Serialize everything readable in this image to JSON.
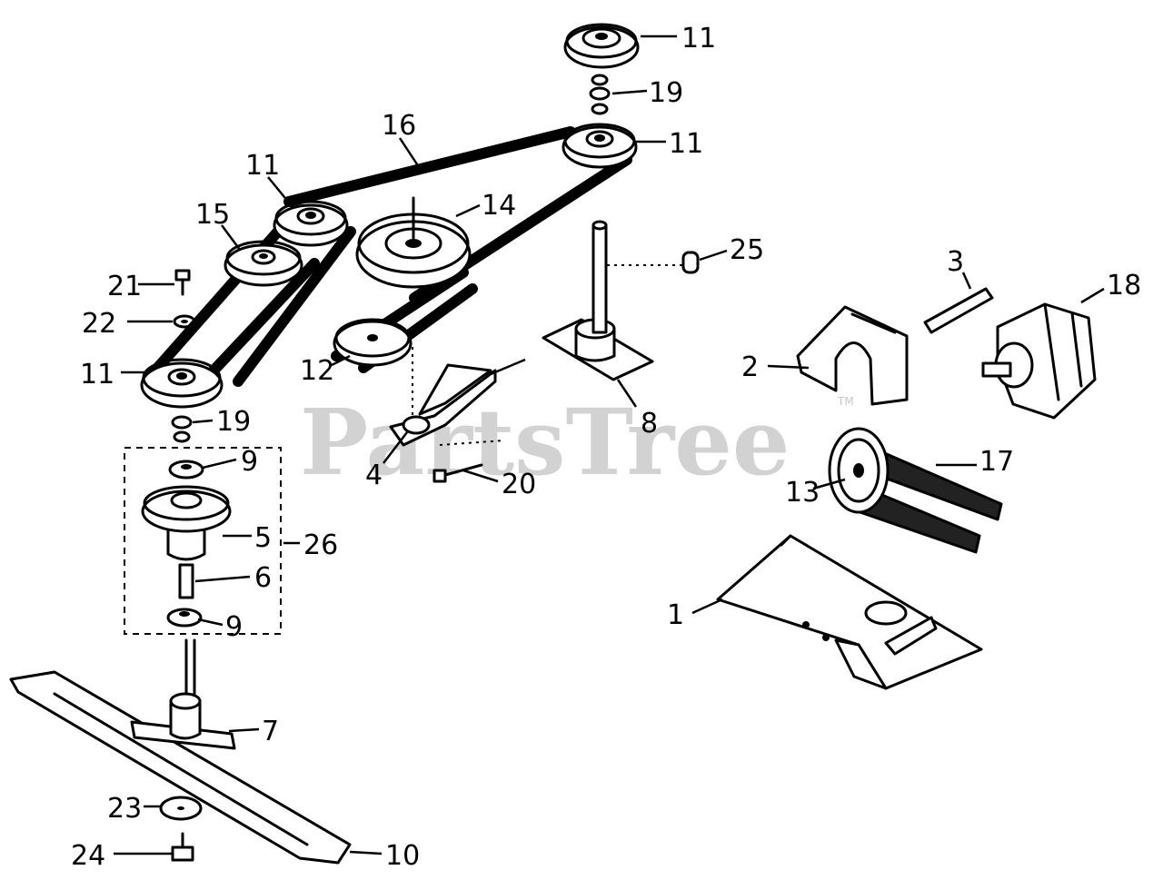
{
  "watermark": {
    "text": "PartsTree",
    "trademark": "TM"
  },
  "callouts": {
    "c1": "1",
    "c2": "2",
    "c3": "3",
    "c4": "4",
    "c5": "5",
    "c6": "6",
    "c7": "7",
    "c8": "8",
    "c9a": "9",
    "c9b": "9",
    "c10": "10",
    "c11a": "11",
    "c11b": "11",
    "c11c": "11",
    "c11d": "11",
    "c12": "12",
    "c13": "13",
    "c14": "14",
    "c15": "15",
    "c16": "16",
    "c17": "17",
    "c18": "18",
    "c19a": "19",
    "c19b": "19",
    "c20": "20",
    "c21": "21",
    "c22": "22",
    "c23": "23",
    "c24": "24",
    "c25": "25",
    "c26": "26"
  }
}
